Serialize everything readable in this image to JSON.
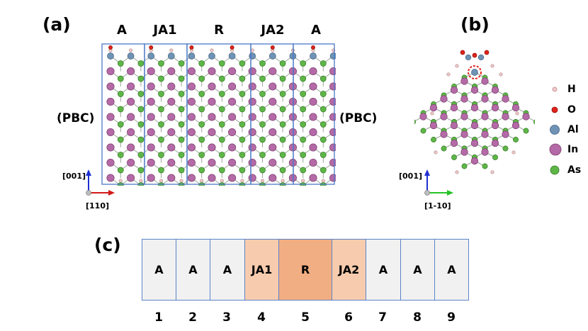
{
  "panel_a": {
    "label": "(a)",
    "regions": [
      "A",
      "JA1",
      "R",
      "JA2",
      "A"
    ],
    "pbc_left": "(PBC)",
    "pbc_right": "(PBC)",
    "axis_vertical": "[001]",
    "axis_horizontal": "[110]"
  },
  "panel_b": {
    "label": "(b)",
    "axis_vertical": "[001]",
    "axis_horizontal": "[1-10]"
  },
  "legend": [
    {
      "symbol": "H",
      "color": "#f2c9c9"
    },
    {
      "symbol": "O",
      "color": "#e2231a"
    },
    {
      "symbol": "Al",
      "color": "#6f93b5"
    },
    {
      "symbol": "In",
      "color": "#b46aa6"
    },
    {
      "symbol": "As",
      "color": "#5fb648"
    }
  ],
  "panel_c": {
    "label": "(c)",
    "cells": [
      {
        "label": "A",
        "index": "1",
        "color": "#f1f1f1"
      },
      {
        "label": "A",
        "index": "2",
        "color": "#f1f1f1"
      },
      {
        "label": "A",
        "index": "3",
        "color": "#f1f1f1"
      },
      {
        "label": "JA1",
        "index": "4",
        "color": "#f7ccae"
      },
      {
        "label": "R",
        "index": "5",
        "color": "#f2ae83"
      },
      {
        "label": "JA2",
        "index": "6",
        "color": "#f7ccae"
      },
      {
        "label": "A",
        "index": "7",
        "color": "#f1f1f1"
      },
      {
        "label": "A",
        "index": "8",
        "color": "#f1f1f1"
      },
      {
        "label": "A",
        "index": "9",
        "color": "#f1f1f1"
      }
    ]
  }
}
